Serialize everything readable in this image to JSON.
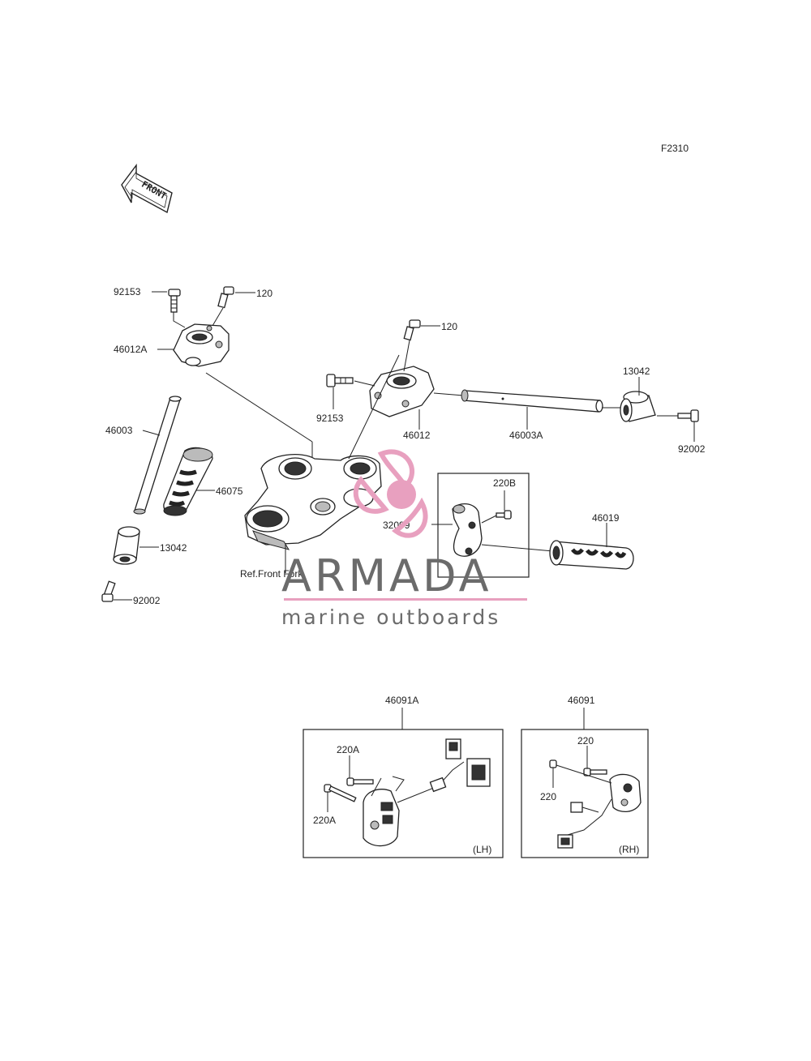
{
  "figure_code": "F2310",
  "front_arrow_text": "FRONT",
  "watermark": {
    "brand": "ARMADA",
    "tagline": "marine outboards",
    "accent_color": "#e8a0bf",
    "text_color": "#6b6b6b",
    "icon": "propeller-icon"
  },
  "labels": {
    "p92153_left": "92153",
    "p120_left": "120",
    "p46012A": "46012A",
    "p46003": "46003",
    "p46075": "46075",
    "p13042_left": "13042",
    "p92002_left": "92002",
    "p120_right": "120",
    "p92153_right": "92153",
    "p46012": "46012",
    "p46003A": "46003A",
    "p13042_right": "13042",
    "p92002_right": "92002",
    "p220B": "220B",
    "p32099": "32099",
    "p46019": "46019",
    "ref_front_fork": "Ref.Front Fork",
    "p46091A": "46091A",
    "p220A_top": "220A",
    "p220A_bottom": "220A",
    "lh": "(LH)",
    "p46091": "46091",
    "p220_top": "220",
    "p220_bottom": "220",
    "rh": "(RH)"
  }
}
